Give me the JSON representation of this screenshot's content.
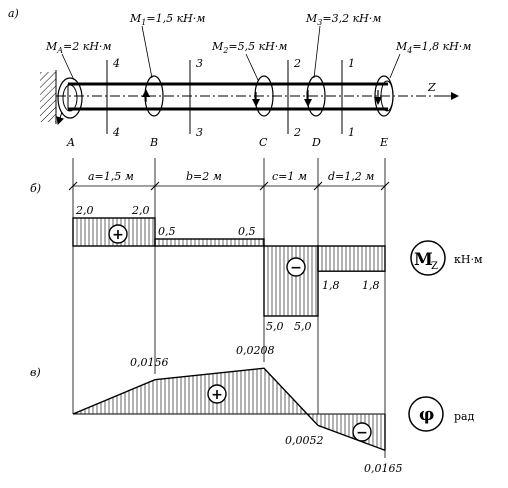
{
  "part_labels": {
    "a": "а)",
    "b": "б)",
    "v": "в)"
  },
  "moments": {
    "MA": "M_A=2 кН·м",
    "M1": "M_1=1,5 кН·м",
    "M2": "M_2=5,5 кН·м",
    "M3": "M_3=3,2 кН·м",
    "M4": "M_4=1,8 кН·м"
  },
  "moment_text": {
    "MA": {
      "sym": "M",
      "sub": "A",
      "rest": "=2 кН·м"
    },
    "M1": {
      "sym": "M",
      "sub": "1",
      "rest": "=1,5 кН·м"
    },
    "M2": {
      "sym": "M",
      "sub": "2",
      "rest": "=5,5 кН·м"
    },
    "M3": {
      "sym": "M",
      "sub": "3",
      "rest": "=3,2 кН·м"
    },
    "M4": {
      "sym": "M",
      "sub": "4",
      "rest": "=1,8 кН·м"
    }
  },
  "axis_label": "Z",
  "point_labels": [
    "A",
    "B",
    "C",
    "D",
    "E"
  ],
  "section_labels": {
    "s4": "4",
    "s3": "3",
    "s2": "2",
    "s1": "1"
  },
  "segment_lengths": [
    "a=1,5 м",
    "b=2 м",
    "c=1 м",
    "d=1,2 м"
  ],
  "torque_diagram": {
    "symbol": "M",
    "symbol_sub": "Z",
    "unit": "кН·м",
    "values": [
      2.0,
      0.5,
      -5.0,
      -1.8
    ],
    "value_labels": [
      "2,0",
      "2,0",
      "0,5",
      "0,5",
      "5,0",
      "5,0",
      "1,8",
      "1,8"
    ],
    "signs": [
      "+",
      "−"
    ]
  },
  "angle_diagram": {
    "symbol": "φ",
    "unit": "рад",
    "values": [
      0,
      0.0156,
      0.0208,
      -0.0052,
      -0.0165
    ],
    "value_labels": [
      "0,0156",
      "0,0208",
      "0,0052",
      "0,0165"
    ],
    "signs": [
      "+",
      "−"
    ]
  }
}
